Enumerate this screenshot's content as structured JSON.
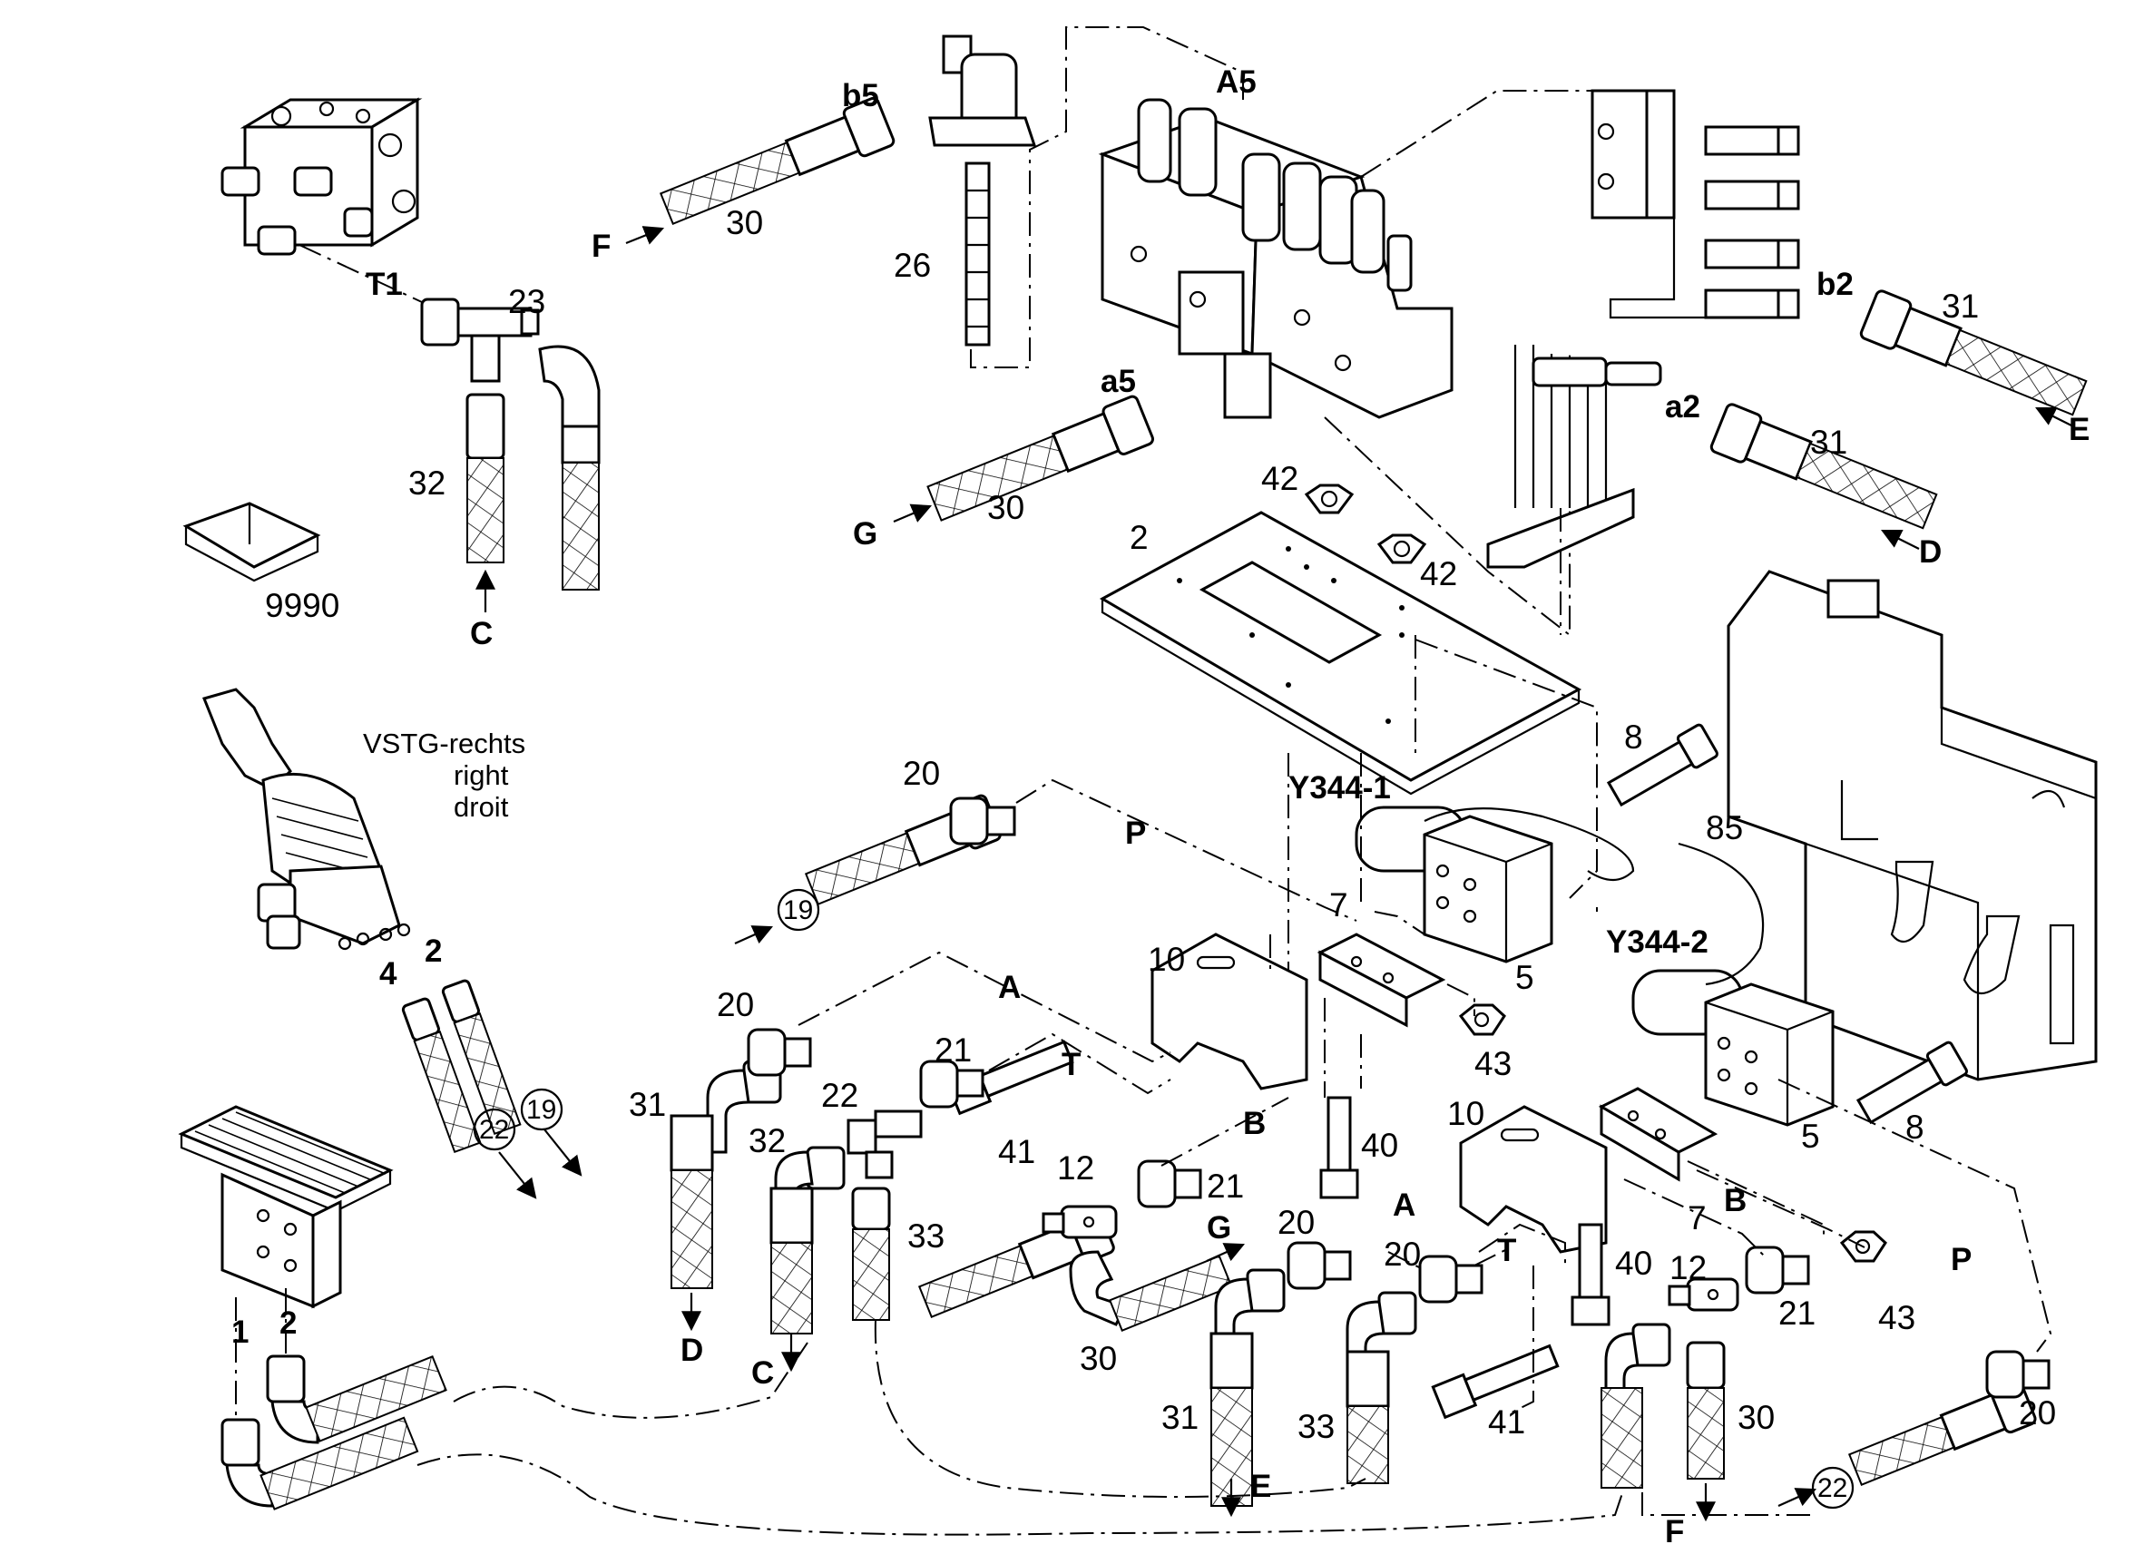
{
  "labels": {
    "l9990": "9990",
    "l23": "23",
    "l32a": "32",
    "lT1": "T1",
    "lC1": "C",
    "l30a": "30",
    "lF1": "F",
    "lb5": "b5",
    "l26": "26",
    "lA5": "A5",
    "la5": "a5",
    "l30b": "30",
    "lG1": "G",
    "l42a": "42",
    "l42b": "42",
    "l2plate": "2",
    "lb2": "b2",
    "l31a": "31",
    "lE1": "E",
    "la2": "a2",
    "l31b": "31",
    "lD1": "D",
    "lvstg1": "VSTG-rechts",
    "lvstg2": "right",
    "lvstg3": "droit",
    "l4": "4",
    "l2joy": "2",
    "c22a": "22",
    "c19a": "19",
    "l20a": "20",
    "lP1": "P",
    "lY3441": "Y344-1",
    "l8a": "8",
    "l85": "85",
    "c19b": "19",
    "l7a": "7",
    "l10a": "10",
    "l5a": "5",
    "lY3442": "Y344-2",
    "l43a": "43",
    "l20b": "20",
    "lA1": "A",
    "l21a": "21",
    "lT2": "T",
    "l22": "22",
    "l31c": "31",
    "l32b": "32",
    "l41a": "41",
    "lB1": "B",
    "l12a": "12",
    "l21b": "21",
    "l40a": "40",
    "l10b": "10",
    "l5b": "5",
    "l8b": "8",
    "l33a": "33",
    "lG2": "G",
    "l20c": "20",
    "lA2": "A",
    "l20d": "20",
    "lT3": "T",
    "l7b": "7",
    "lB2": "B",
    "lP2": "P",
    "l40b": "40",
    "l12b": "12",
    "l21c": "21",
    "l43b": "43",
    "lD2": "D",
    "lC2": "C",
    "l30c": "30",
    "l31d": "31",
    "lE2": "E",
    "l33b": "33",
    "l41b": "41",
    "l30d": "30",
    "lF2": "F",
    "l20e": "20",
    "c22b": "22",
    "l1": "1",
    "l2ped": "2"
  }
}
